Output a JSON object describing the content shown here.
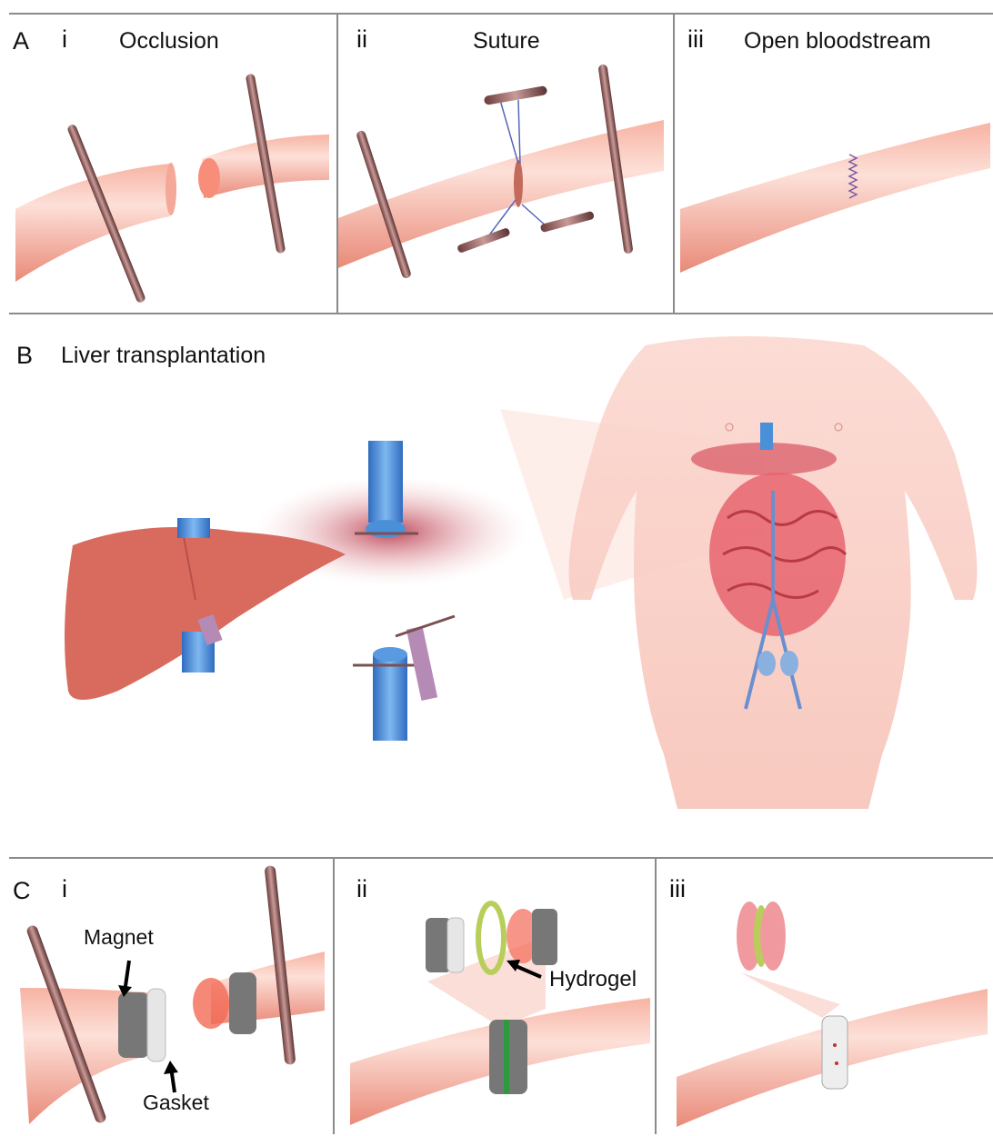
{
  "panelA": {
    "letter": "A",
    "i": {
      "num": "i",
      "title": "Occlusion"
    },
    "ii": {
      "num": "ii",
      "title": "Suture"
    },
    "iii": {
      "num": "iii",
      "title": "Open bloodstream"
    }
  },
  "panelB": {
    "letter": "B",
    "title": "Liver transplantation"
  },
  "panelC": {
    "letter": "C",
    "i": {
      "num": "i",
      "magnet": "Magnet",
      "gasket": "Gasket"
    },
    "ii": {
      "num": "ii",
      "hydrogel": "Hydrogel"
    },
    "iii": {
      "num": "iii"
    }
  },
  "colors": {
    "vessel": "#f2a090",
    "vessel_highlight": "#fde0d8",
    "clamp": "#8a5a58",
    "portal_vein": "#4a90d9",
    "hepatic_artery": "#b58ab5",
    "liver": "#d96a5e",
    "magnet": "#777777",
    "hydrogel": "#b7cf5a",
    "divider": "#8a8a8a"
  }
}
